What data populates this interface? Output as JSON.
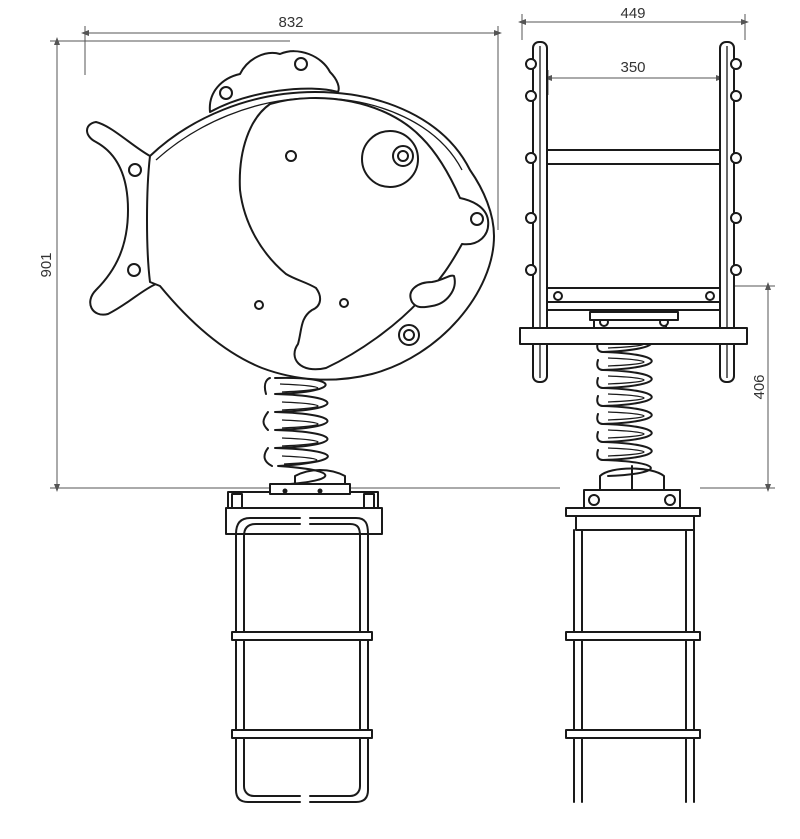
{
  "dimensions": {
    "side_width": "832",
    "side_height": "901",
    "front_width": "449",
    "front_inner_width": "350",
    "front_spring_height": "406"
  },
  "colors": {
    "line": "#1a1a1a",
    "dimension": "#555555",
    "background": "#ffffff"
  }
}
